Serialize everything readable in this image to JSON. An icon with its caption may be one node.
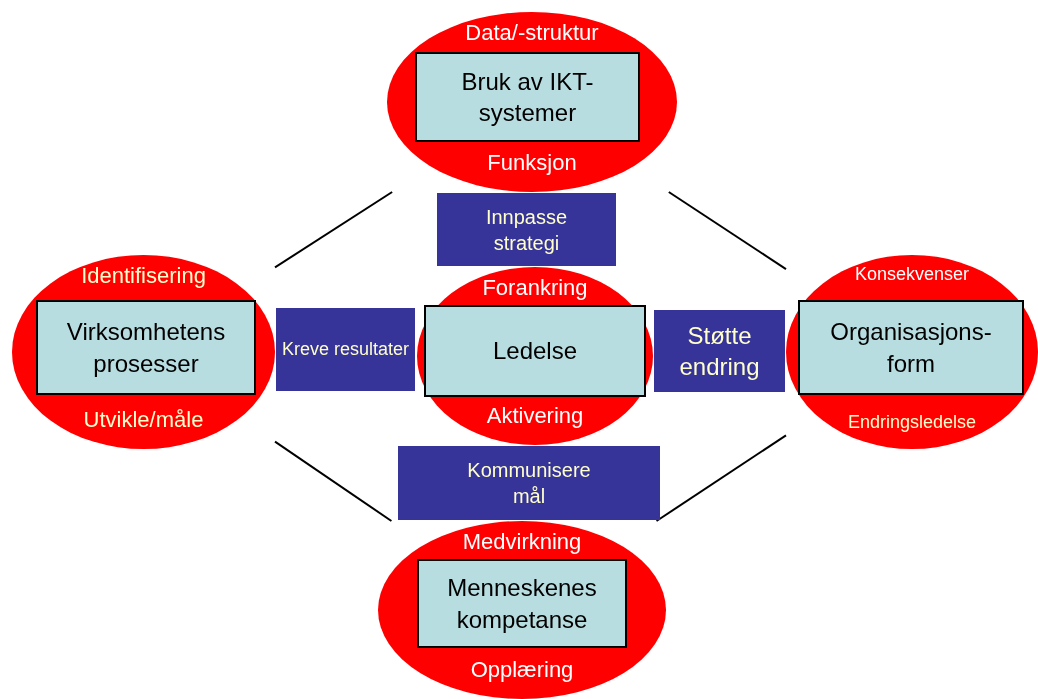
{
  "diagram": {
    "nodes": [
      {
        "text": [
          "Data/-struktur",
          "Funksjon"
        ]
      },
      {
        "text": [
          "Bruk av IKT-systemer"
        ],
        "in": 0
      },
      {
        "text": [
          "Identifisering",
          "Utvikle/måle"
        ]
      },
      {
        "text": [
          "Virksomhetens prosesser"
        ],
        "in": 2
      },
      {
        "text": [
          "Forankring",
          "Aktivering"
        ]
      },
      {
        "text": [
          "Ledelse"
        ],
        "in": 4
      },
      {
        "text": [
          "Konsekvenser",
          "Endringsledelse"
        ]
      },
      {
        "text": [
          "Organisasjons-form"
        ],
        "in": 6
      },
      {
        "text": [
          "Medvirkning",
          "Opplæring"
        ]
      },
      {
        "text": [
          "Menneskenes kompetanse"
        ],
        "in": 8
      },
      {
        "text": [
          "Innpasse strategi"
        ]
      },
      {
        "text": [
          "Kreve resultater"
        ]
      },
      {
        "text": [
          "Støtte endring"
        ]
      },
      {
        "text": [
          "Kommunisere mål"
        ]
      }
    ],
    "edges": [
      {
        "from": 0,
        "to": 2,
        "arrow": "none"
      },
      {
        "from": 0,
        "to": 6,
        "arrow": "none"
      },
      {
        "from": 2,
        "to": 8,
        "arrow": "none"
      },
      {
        "from": 6,
        "to": 8,
        "arrow": "none"
      }
    ]
  }
}
